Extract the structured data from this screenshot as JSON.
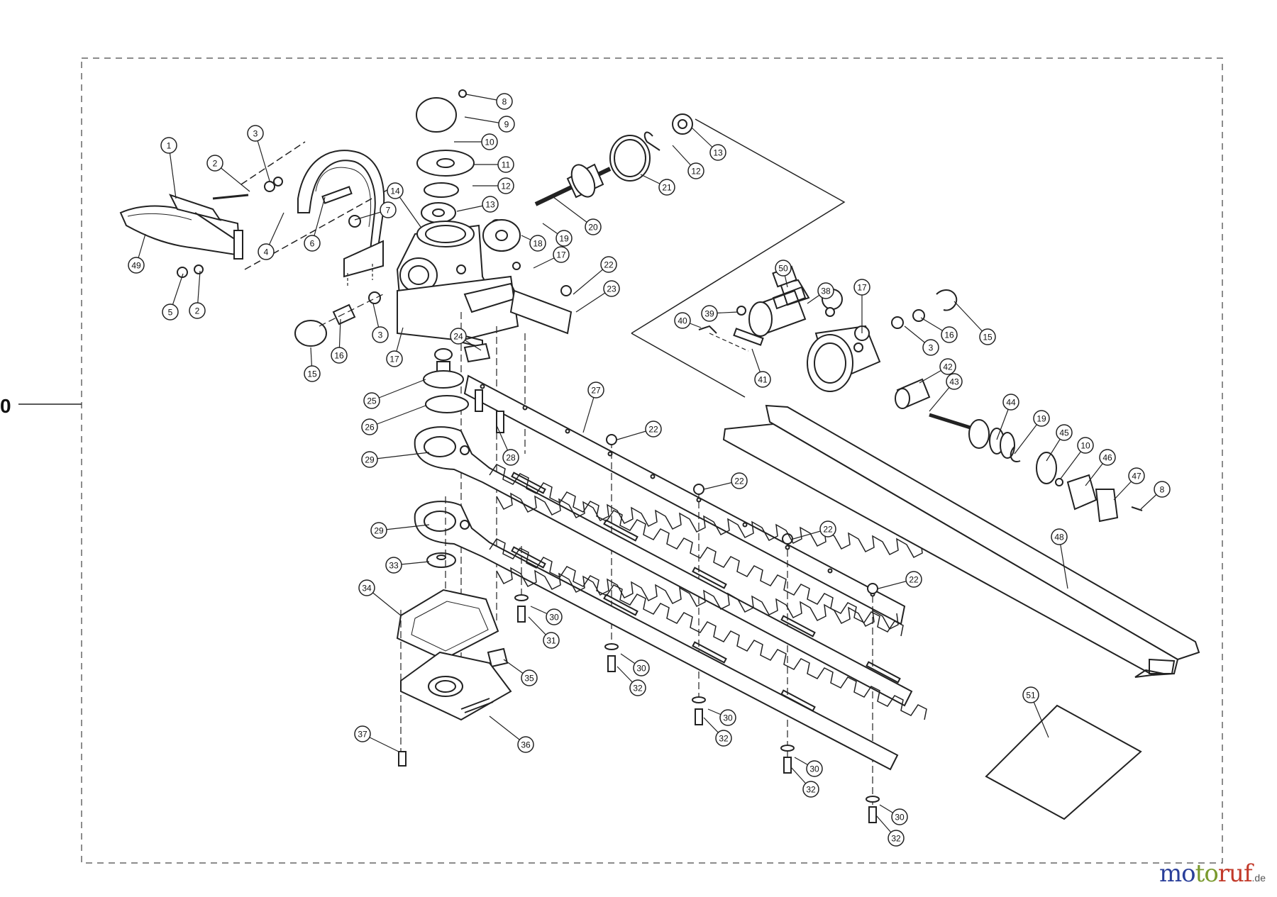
{
  "figure": {
    "group_ref": "0",
    "border_style": "dashed",
    "line_color": "#222222"
  },
  "callouts": [
    "1",
    "2",
    "3",
    "4",
    "5",
    "6",
    "7",
    "8",
    "9",
    "10",
    "11",
    "12",
    "13",
    "14",
    "15",
    "16",
    "17",
    "18",
    "19",
    "20",
    "21",
    "22",
    "23",
    "24",
    "25",
    "26",
    "27",
    "28",
    "29",
    "30",
    "31",
    "32",
    "33",
    "34",
    "35",
    "36",
    "37",
    "38",
    "39",
    "40",
    "41",
    "42",
    "43",
    "44",
    "45",
    "46",
    "47",
    "48",
    "49",
    "50",
    "51"
  ],
  "watermark": {
    "parts": [
      {
        "text": "mo",
        "color": "#2a3f9a"
      },
      {
        "text": "to",
        "color": "#7a9a2e"
      },
      {
        "text": "ruf",
        "color": "#c23a2a"
      }
    ],
    "tld": ".de"
  }
}
